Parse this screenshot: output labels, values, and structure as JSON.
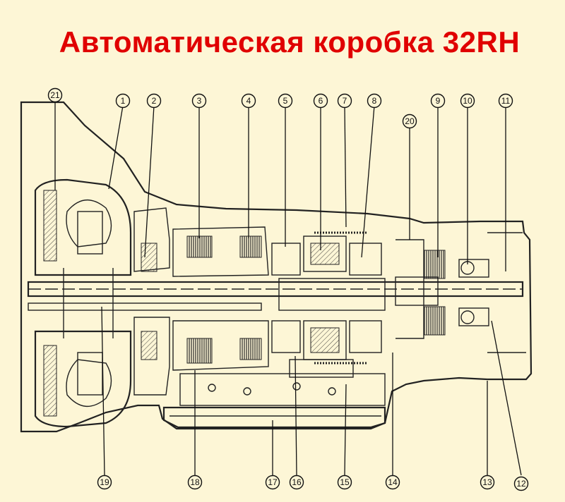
{
  "title": "Автоматическая коробка 32RH",
  "callouts": {
    "c1": "1",
    "c2": "2",
    "c3": "3",
    "c4": "4",
    "c5": "5",
    "c6": "6",
    "c7": "7",
    "c8": "8",
    "c9": "9",
    "c10": "10",
    "c11": "11",
    "c12": "12",
    "c13": "13",
    "c14": "14",
    "c15": "15",
    "c16": "16",
    "c17": "17",
    "c18": "18",
    "c19": "19",
    "c20": "20",
    "c21": "21"
  },
  "colors": {
    "title": "#e00000",
    "background": "#fdf6d6",
    "linework": "#222222"
  }
}
